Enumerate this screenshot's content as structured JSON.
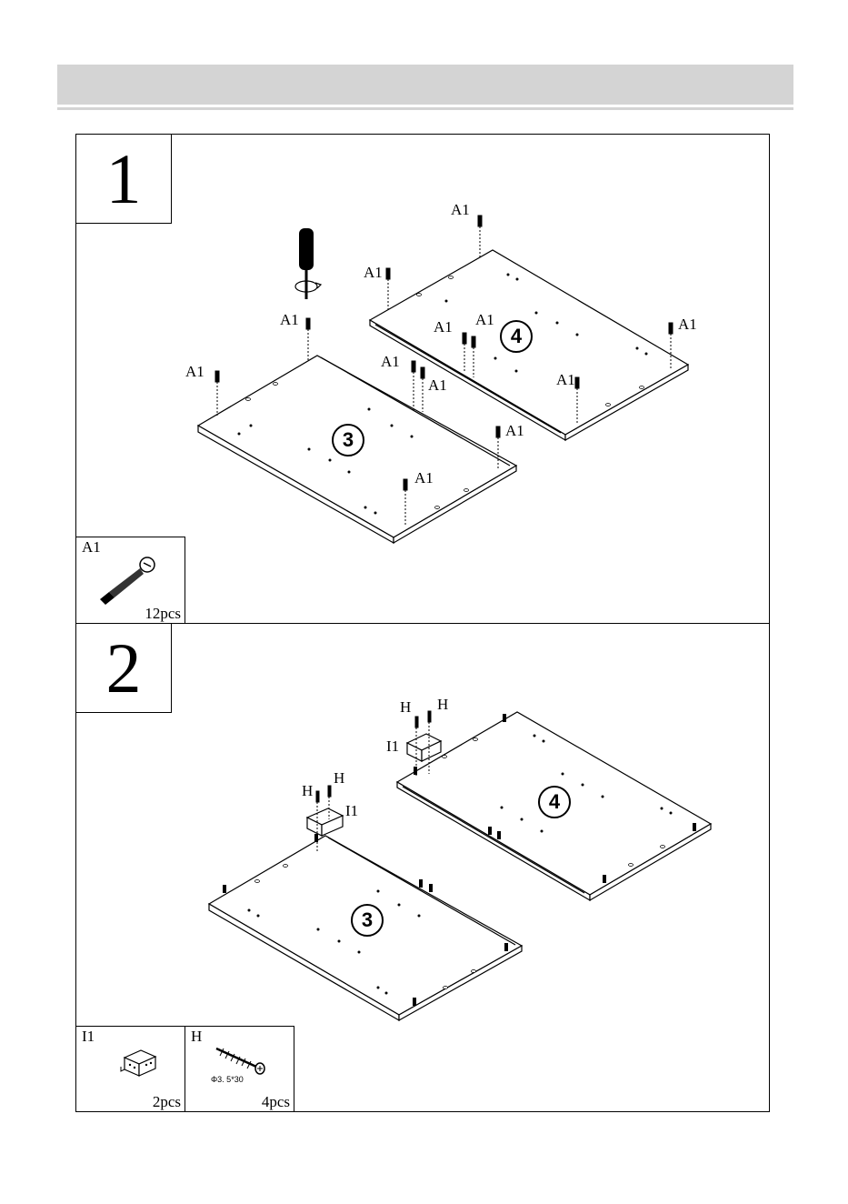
{
  "steps": [
    {
      "number": "1",
      "callouts": {
        "fastener": "A1",
        "panel_left": "3",
        "panel_right": "4"
      },
      "parts": [
        {
          "code": "A1",
          "qty": "12pcs"
        }
      ]
    },
    {
      "number": "2",
      "callouts": {
        "screw": "H",
        "bracket": "I1",
        "panel_left": "3",
        "panel_right": "4"
      },
      "parts": [
        {
          "code": "I1",
          "qty": "2pcs"
        },
        {
          "code": "H",
          "qty": "4pcs",
          "note": "Φ3. 5*30"
        }
      ]
    }
  ]
}
